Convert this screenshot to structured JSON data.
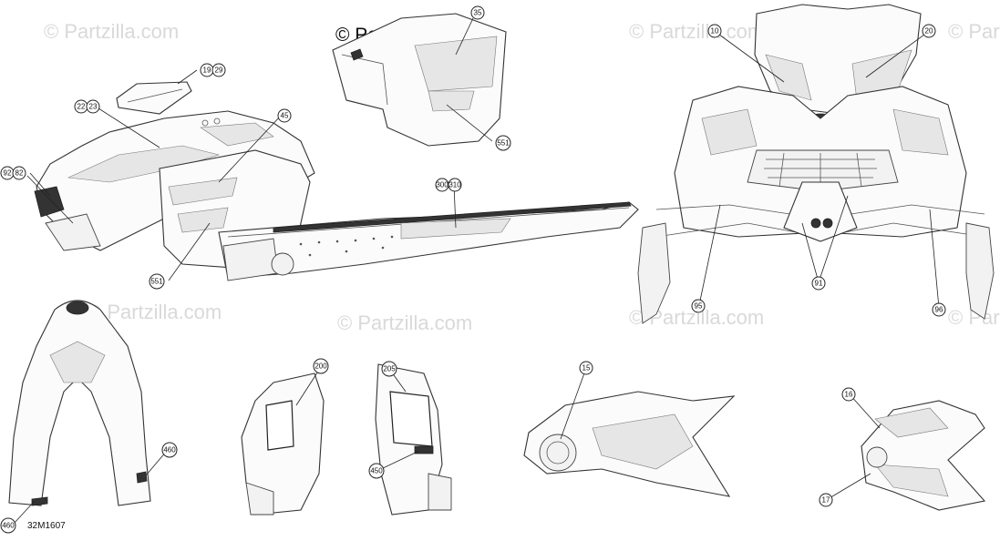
{
  "watermarks": [
    "© Partzilla.com",
    "© Partzilla.com",
    "© Partzilla.com",
    "© Partzilla.com",
    "© Partzilla.com",
    "© Partzilla.com",
    "© Partzilla.com",
    "© Partzilla.com",
    "© Partzilla.com"
  ],
  "brand": "© Partzilla.com",
  "diagram_code": "32M1607",
  "callouts": {
    "c35": "35",
    "c1929": "19",
    "c29": "29",
    "c22": "22",
    "c23": "23",
    "c45": "45",
    "c92": "92",
    "c82": "82",
    "c300": "300",
    "c310": "310",
    "c551a": "551",
    "c551b": "551",
    "c10": "10",
    "c20": "20",
    "c95": "95",
    "c91": "91",
    "c96": "96",
    "c460a": "460",
    "c460b": "460",
    "c200": "200",
    "c205": "205",
    "c450": "450",
    "c15": "15",
    "c16": "16",
    "c17": "17"
  }
}
